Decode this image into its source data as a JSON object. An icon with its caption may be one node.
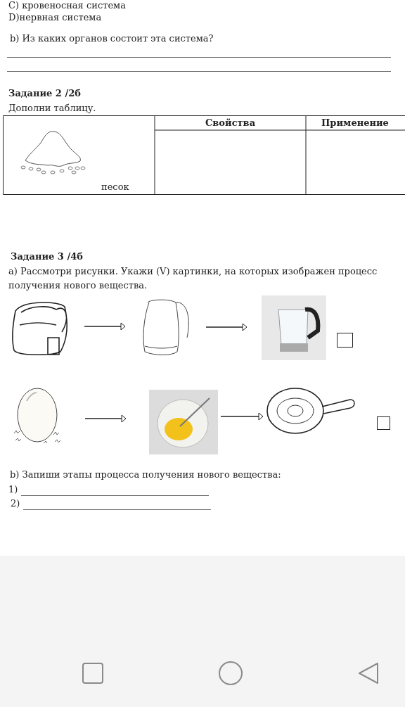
{
  "diagram": {
    "nodes": [
      {
        "text": [],
        "shape": "picture"
      },
      {
        "text": [],
        "shape": "picture"
      },
      {
        "text": [],
        "shape": "picture"
      },
      {
        "text": [],
        "shape": "picture"
      },
      {
        "text": [],
        "shape": "picture"
      },
      {
        "text": [],
        "shape": "picture"
      }
    ],
    "edges": [
      {
        "from": 0,
        "to": 1,
        "arrow": "to"
      },
      {
        "from": 1,
        "to": 2,
        "arrow": "to"
      },
      {
        "from": 3,
        "to": 4,
        "arrow": "to"
      },
      {
        "from": 4,
        "to": 5,
        "arrow": "to"
      }
    ],
    "labels": [
      "C) кровеносная система",
      "D)нервная система",
      "b) Из каких органов состоит эта система?",
      "Задание 2 /2б",
      "Дополни таблицу.",
      "Свойства",
      "Применение",
      "песок",
      "Задание 3 /4б",
      "а) Рассмотри рисунки. Укажи (V) картинки, на которых изображен процесс получения нового вещества.",
      "b) Запиши этапы процесса получения нового вещества:",
      "1)",
      "2)"
    ]
  }
}
